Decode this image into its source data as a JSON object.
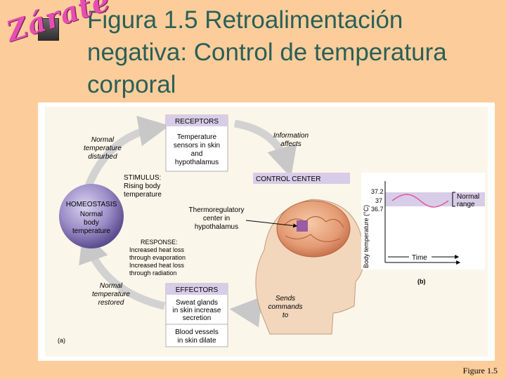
{
  "title": {
    "line1": "Figura 1.5  Retroalimentación",
    "line2": "negativa: Control de temperatura",
    "line3": "corporal"
  },
  "logo": {
    "text": "Zárate",
    "color": "#e64eb0"
  },
  "diagram": {
    "receptors": {
      "heading": "RECEPTORS",
      "body": [
        "Temperature",
        "sensors in skin",
        "and",
        "hypothalamus"
      ]
    },
    "control_center": {
      "heading": "CONTROL CENTER",
      "body": [
        "Thermoregulatory",
        "center in",
        "hypothalamus"
      ]
    },
    "effectors": {
      "heading": "EFFECTORS",
      "body1": [
        "Sweat glands",
        "in skin increase",
        "secretion"
      ],
      "body2": [
        "Blood vessels",
        "in skin dilate"
      ]
    },
    "homeostasis": [
      "HOMEOSTASIS",
      "Normal",
      "body",
      "temperature"
    ],
    "normal_disturbed": [
      "Normal",
      "temperature",
      "disturbed"
    ],
    "normal_restored": [
      "Normal",
      "temperature",
      "restored"
    ],
    "stimulus": [
      "STIMULUS:",
      "Rising body",
      "temperature"
    ],
    "response": [
      "RESPONSE:",
      "Increased heat loss",
      "through evaporation",
      "Increased heat loss",
      "through radiation"
    ],
    "info_affects": [
      "Information",
      "affects"
    ],
    "sends_commands": [
      "Sends",
      "commands",
      "to"
    ],
    "panel_a": "(a)",
    "panel_b": "(b)"
  },
  "graph": {
    "ylabel": "Body temperature (°C)",
    "xlabel": "Time",
    "yticks": [
      "37.2",
      "37",
      "36.7"
    ],
    "range_label": [
      "Normal",
      "range"
    ]
  },
  "colors": {
    "title": "#2b5f58",
    "background": "#fccd9a",
    "purple_box": "#d8cde8",
    "sphere": "#9a8cc6"
  },
  "caption": "Figure 1.5"
}
